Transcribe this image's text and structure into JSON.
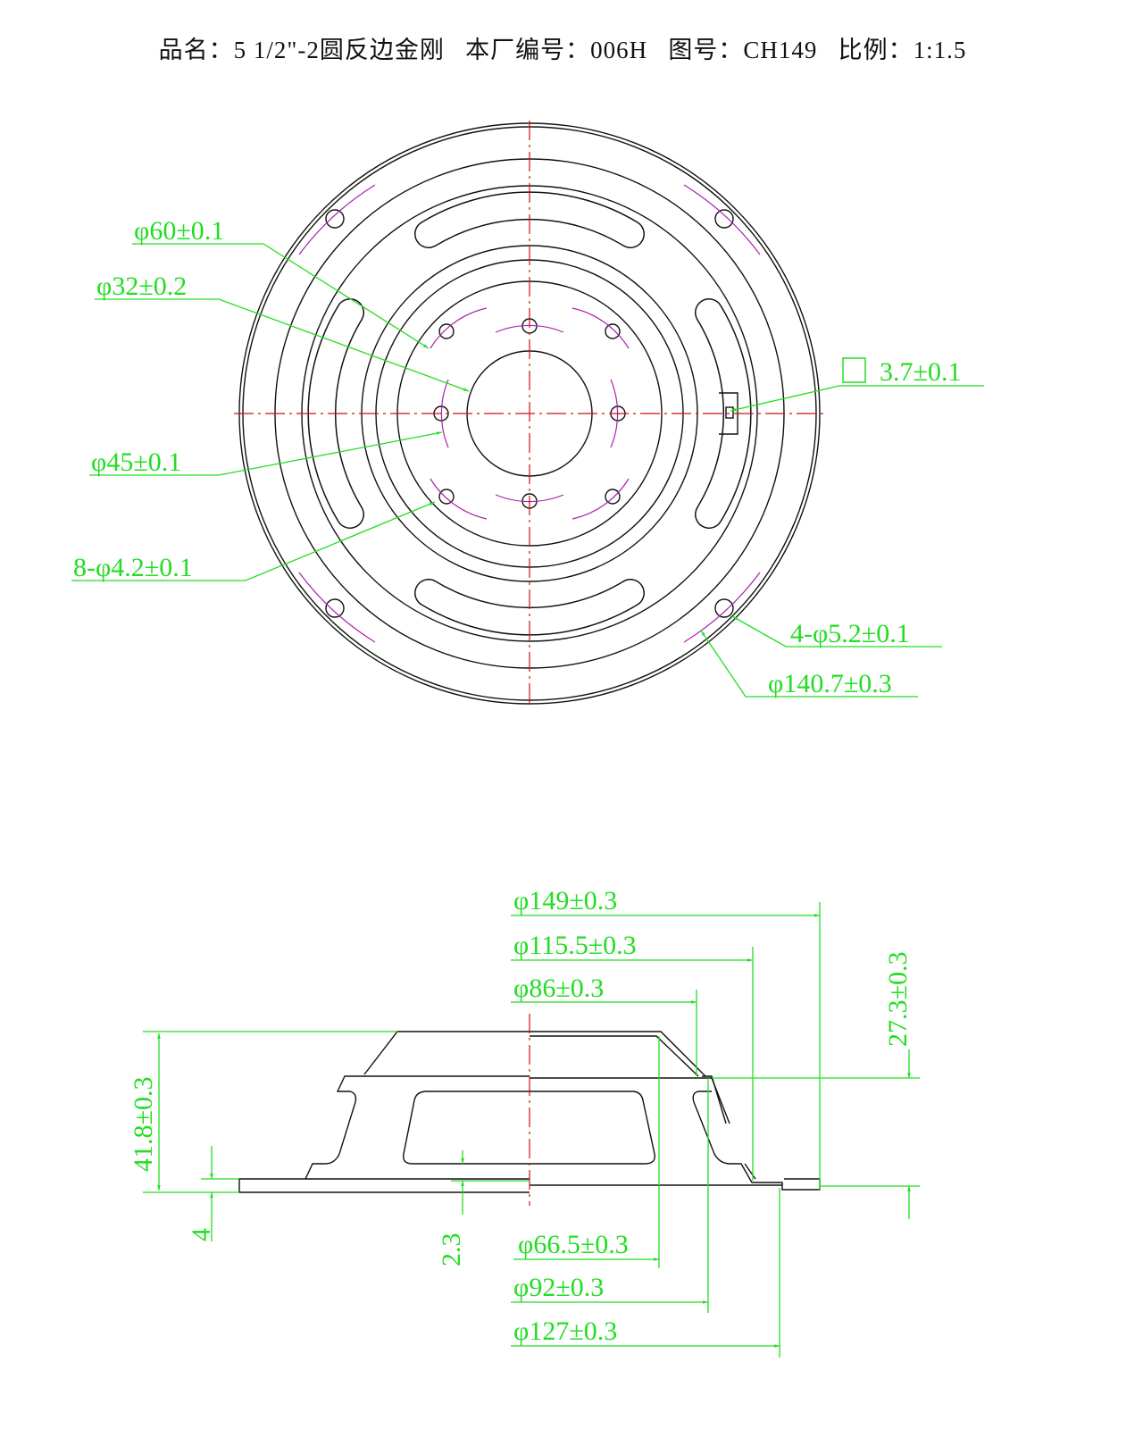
{
  "header": {
    "title": "品名：5 1/2\"-2圆反边金刚   本厂编号：006H   图号：CH149   比例：1:1.5"
  },
  "top_view": {
    "labels": {
      "d60": "φ60±0.1",
      "d32": "φ32±0.2",
      "d45": "φ45±0.1",
      "holes8": "8-φ4.2±0.1",
      "square": "3.7±0.1",
      "holes4": "4-φ5.2±0.1",
      "d140": "φ140.7±0.3"
    }
  },
  "side_view": {
    "labels": {
      "d149": "φ149±0.3",
      "d115": "φ115.5±0.3",
      "d86": "φ86±0.3",
      "d66": "φ66.5±0.3",
      "d92": "φ92±0.3",
      "d127": "φ127±0.3",
      "h41": "41.8±0.3",
      "h4": "4",
      "h23": "2.3",
      "h27": "27.3±0.3"
    }
  },
  "colors": {
    "dimension": "#22dd22",
    "centerline": "#cc1111",
    "pitch_arc": "#aa22aa",
    "outline": "#111111"
  }
}
